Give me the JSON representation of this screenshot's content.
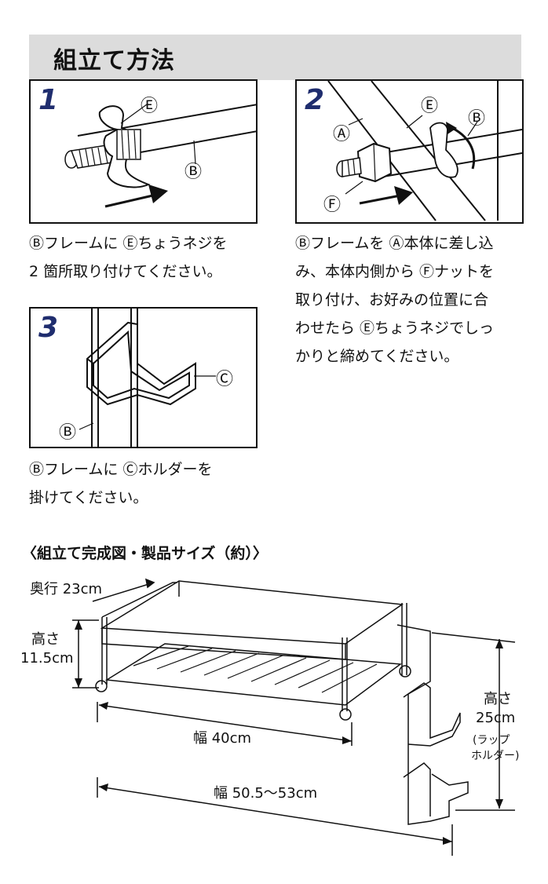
{
  "header": {
    "title": "組立て方法"
  },
  "steps": [
    {
      "number": "1",
      "labels": [
        "Ⓔ",
        "Ⓑ"
      ],
      "caption": "Ⓑフレームに Ⓔちょうネジを\n2 箇所取り付けてください。"
    },
    {
      "number": "2",
      "labels": [
        "Ⓐ",
        "Ⓔ",
        "Ⓑ",
        "Ⓕ"
      ],
      "caption": "Ⓑフレームを Ⓐ本体に差し込\nみ、本体内側から Ⓕナットを\n取り付け、お好みの位置に合\nわせたら Ⓔちょうネジでしっ\nかりと締めてください。"
    },
    {
      "number": "3",
      "labels": [
        "Ⓒ",
        "Ⓑ"
      ],
      "caption": "Ⓑフレームに Ⓒホルダーを\n掛けてください。"
    }
  ],
  "assembly": {
    "heading": "〈組立て完成図・製品サイズ（約）〉",
    "depth": "奥行 23cm",
    "height_label": "高さ",
    "height_value": "11.5cm",
    "width_inner": "幅 40cm",
    "width_outer": "幅 50.5〜53cm",
    "holder_height_label": "高さ",
    "holder_height_value": "25cm",
    "holder_note_1": "(ラップ",
    "holder_note_2": "ホルダー)"
  }
}
